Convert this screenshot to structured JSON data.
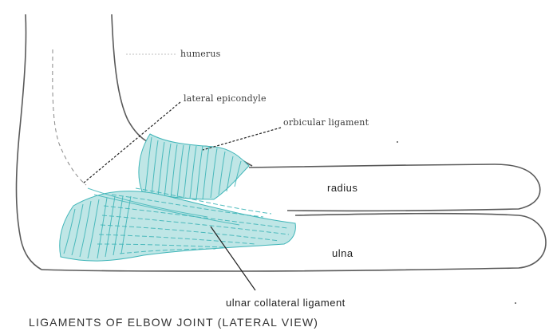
{
  "labels": {
    "humerus": "humerus",
    "lateral_epicondyle": "lateral epicondyle",
    "orbicular_ligament": "orbicular ligament",
    "radius": "radius",
    "ulna": "ulna",
    "ulnar_collateral_ligament": "ulnar collateral ligament"
  },
  "caption": "LIGAMENTS OF ELBOW JOINT (LATERAL VIEW)",
  "colors": {
    "ligament": "#3fb5b8",
    "ligament_fill": "#bfe6e6",
    "outline": "#5a5a5a",
    "background": "#ffffff"
  }
}
